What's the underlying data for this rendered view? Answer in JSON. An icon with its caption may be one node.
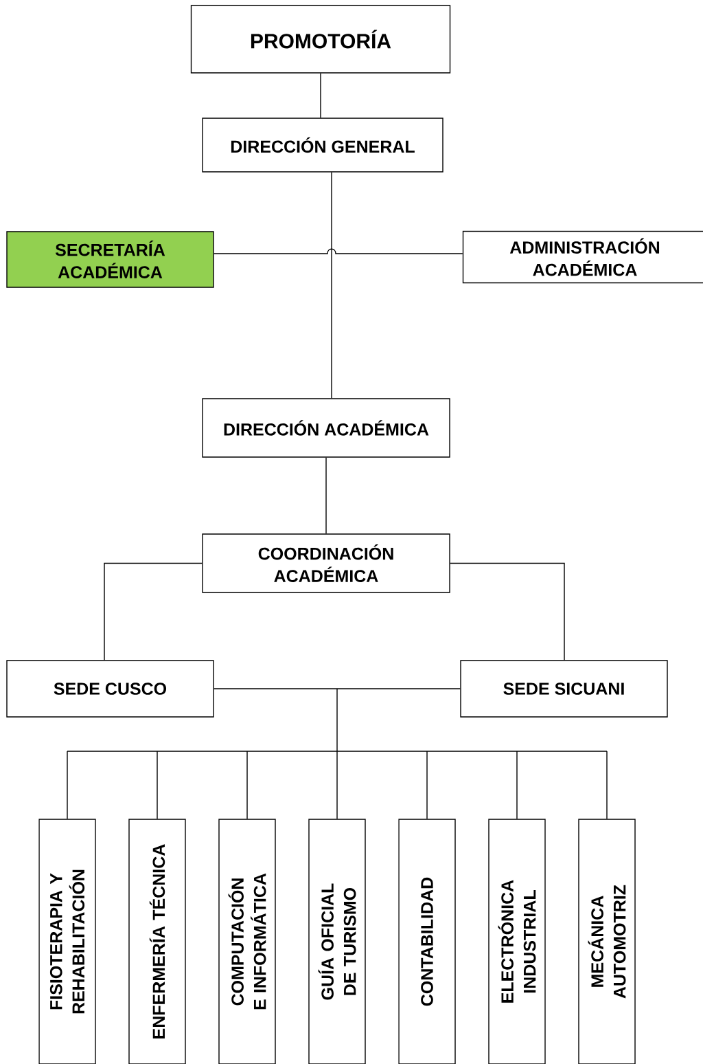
{
  "diagram": {
    "nodes": [
      {
        "text": [
          "PROMOTORÍA"
        ]
      },
      {
        "text": [
          "DIRECCIÓN GENERAL"
        ]
      },
      {
        "text": [
          "SECRETARÍA ACADÉMICA"
        ]
      },
      {
        "text": [
          "ADMINISTRACIÓN ACADÉMICA"
        ]
      },
      {
        "text": [
          "DIRECCIÓN ACADÉMICA"
        ]
      },
      {
        "text": [
          "COORDINACIÓN ACADÉMICA"
        ]
      },
      {
        "text": [
          "SEDE CUSCO"
        ]
      },
      {
        "text": [
          "SEDE SICUANI"
        ]
      },
      {
        "text": [
          "FISIOTERAPIA Y REHABILITACIÓN"
        ]
      },
      {
        "text": [
          "ENFERMERÍA TÉCNICA"
        ]
      },
      {
        "text": [
          "COMPUTACIÓN E INFORMÁTICA"
        ]
      },
      {
        "text": [
          "GUÍA OFICIAL DE TURISMO"
        ]
      },
      {
        "text": [
          "CONTABILIDAD"
        ]
      },
      {
        "text": [
          "ELECTRÓNICA INDUSTRIAL"
        ]
      },
      {
        "text": [
          "MECÁNICA AUTOMOTRIZ"
        ]
      }
    ],
    "edges": [
      {
        "from": 0,
        "to": 1,
        "arrow": "none"
      },
      {
        "from": 1,
        "to": 4,
        "arrow": "none"
      },
      {
        "from": 2,
        "to": 3,
        "arrow": "none"
      },
      {
        "from": 4,
        "to": 5,
        "arrow": "none"
      },
      {
        "from": 5,
        "to": 6,
        "arrow": "none"
      },
      {
        "from": 5,
        "to": 7,
        "arrow": "none"
      },
      {
        "from": 6,
        "to": 8,
        "arrow": "none"
      },
      {
        "from": 6,
        "to": 9,
        "arrow": "none"
      },
      {
        "from": 6,
        "to": 10,
        "arrow": "none"
      },
      {
        "from": 6,
        "to": 11,
        "arrow": "none"
      },
      {
        "from": 6,
        "to": 12,
        "arrow": "none"
      },
      {
        "from": 6,
        "to": 13,
        "arrow": "none"
      },
      {
        "from": 6,
        "to": 14,
        "arrow": "none"
      },
      {
        "from": 7,
        "to": 8,
        "arrow": "none"
      },
      {
        "from": 7,
        "to": 9,
        "arrow": "none"
      },
      {
        "from": 7,
        "to": 10,
        "arrow": "none"
      },
      {
        "from": 7,
        "to": 11,
        "arrow": "none"
      },
      {
        "from": 7,
        "to": 12,
        "arrow": "none"
      },
      {
        "from": 7,
        "to": 13,
        "arrow": "none"
      },
      {
        "from": 7,
        "to": 14,
        "arrow": "none"
      }
    ]
  }
}
